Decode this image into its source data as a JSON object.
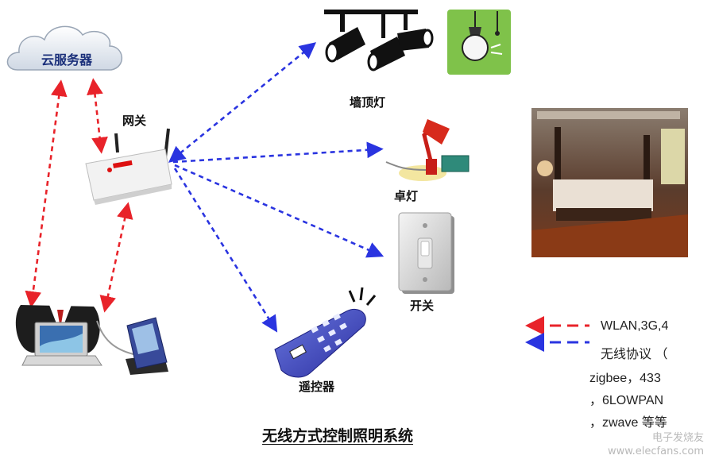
{
  "diagram": {
    "cloud_label": "云服务器",
    "gateway_label": "网关",
    "ceiling_light_label": "墙顶灯",
    "desk_lamp_label": "卓灯",
    "switch_label": "开关",
    "remote_label": "遥控器",
    "title": "无线方式控制照明系统"
  },
  "legend": {
    "red_line_label": "WLAN,3G,4",
    "blue_line_lines": [
      "无线协议  （",
      "zigbee，433",
      "，6LOWPAN",
      "，zwave 等等"
    ],
    "red_color": "#e8232a",
    "blue_color": "#2a34e0"
  },
  "watermark": {
    "line1": "电子发烧友",
    "line2": "www.elecfans.com"
  }
}
